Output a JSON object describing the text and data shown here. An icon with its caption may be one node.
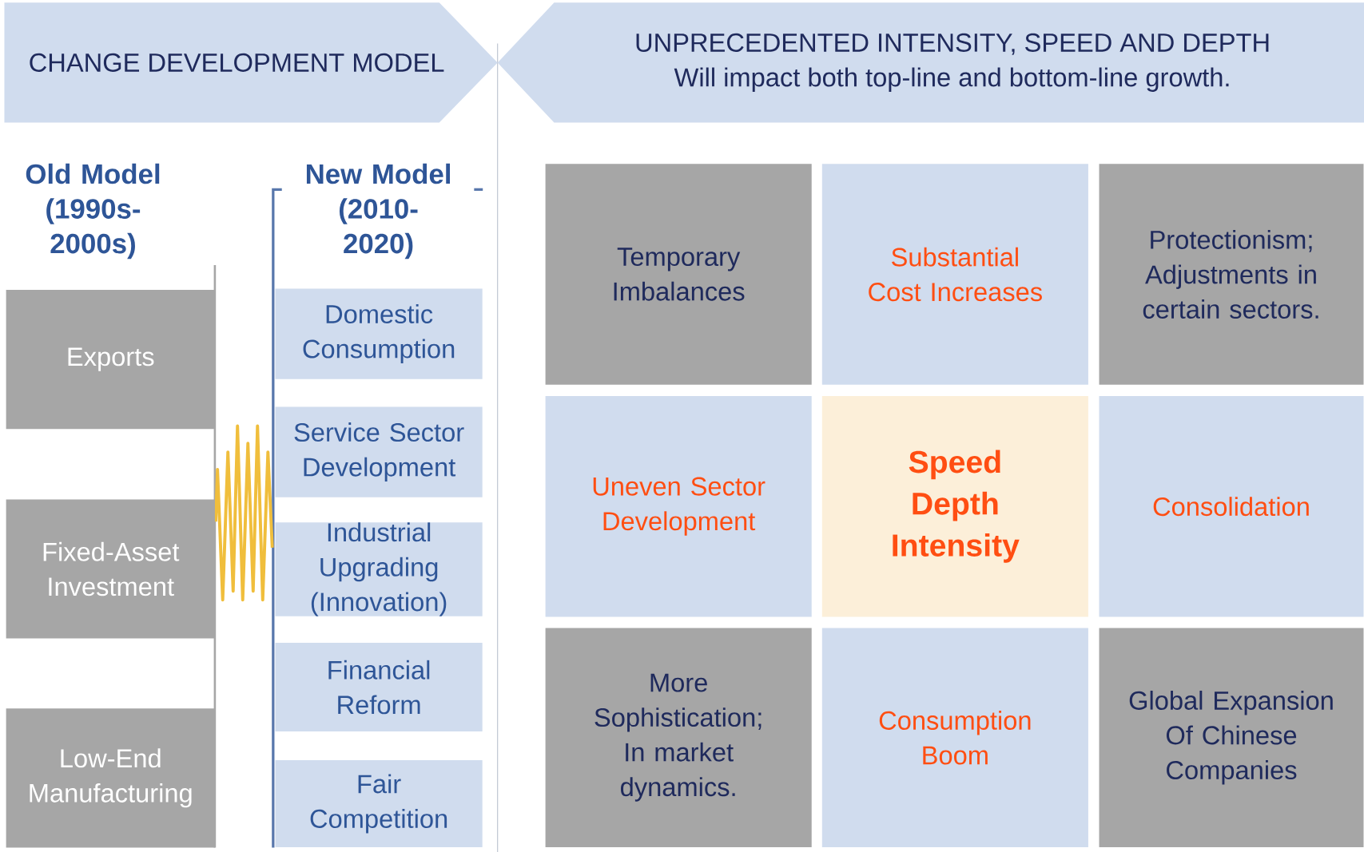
{
  "diagram": {
    "nodes": [
      {
        "text": [
          "CHANGE DEVELOPMENT MODEL"
        ]
      },
      {
        "text": [
          "UNPRECEDENTED INTENSITY, SPEED AND DEPTH",
          "Will impact both top-line and bottom-line growth."
        ]
      },
      {
        "text": [
          "Exports"
        ]
      },
      {
        "text": [
          "Fixed-Asset Investment"
        ]
      },
      {
        "text": [
          "Low-End Manufacturing"
        ]
      },
      {
        "text": [
          "Domestic Consumption"
        ]
      },
      {
        "text": [
          "Service Sector Development"
        ]
      },
      {
        "text": [
          "Industrial Upgrading (Innovation)"
        ]
      },
      {
        "text": [
          "Financial Reform"
        ]
      },
      {
        "text": [
          "Fair Competition"
        ]
      },
      {
        "text": [
          "Temporary Imbalances"
        ]
      },
      {
        "text": [
          "Substantial Cost Increases"
        ]
      },
      {
        "text": [
          "Protectionism; Adjustments in certain sectors."
        ]
      },
      {
        "text": [
          "Uneven Sector Development"
        ]
      },
      {
        "text": [
          "Speed Depth Intensity"
        ]
      },
      {
        "text": [
          "Consolidation"
        ]
      },
      {
        "text": [
          "More Sophistication; In market dynamics."
        ]
      },
      {
        "text": [
          "Consumption Boom"
        ]
      },
      {
        "text": [
          "Global Expansion Of Chinese Companies"
        ]
      }
    ],
    "labels": [
      "Old Model (1990s-2000s)",
      "New Model (2010-2020)"
    ]
  }
}
